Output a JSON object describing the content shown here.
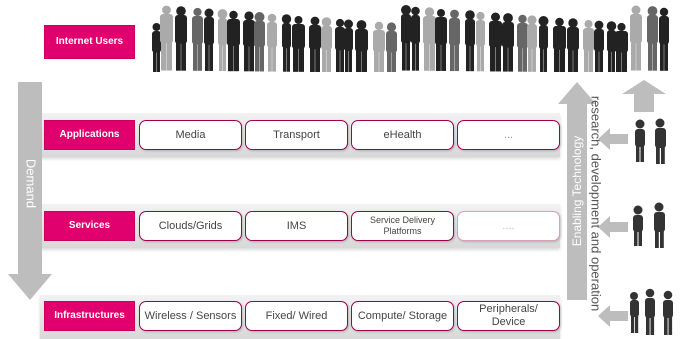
{
  "labels": {
    "internet_users": "Internet Users",
    "applications": "Applications",
    "services": "Services",
    "infrastructures": "Infrastructures"
  },
  "rows": {
    "applications": [
      "Media",
      "Transport",
      "eHealth",
      "..."
    ],
    "services": [
      "Clouds/Grids",
      "IMS",
      "Service Delivery Platforms",
      "...."
    ],
    "infrastructures": [
      "Wireless / Sensors",
      "Fixed/ Wired",
      "Compute/ Storage",
      "Peripherals/ Device"
    ]
  },
  "side": {
    "demand": "Demand",
    "enabling": "Enabling Technology",
    "research": "research, development and operation"
  },
  "colors": {
    "accent": "#e0006e",
    "cell_border": "#a0004f",
    "arrow": "#bdbdbd"
  }
}
